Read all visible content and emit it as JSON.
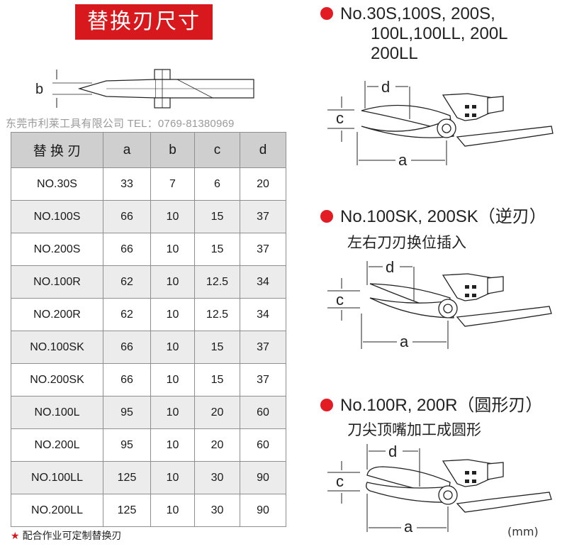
{
  "title": "替换刃尺寸",
  "watermark": "东莞市利莱工具有限公司 TEL：0769-81380969",
  "blade_label": "b",
  "table": {
    "headers": {
      "model": "替 换 刃",
      "a": "a",
      "b": "b",
      "c": "c",
      "d": "d"
    },
    "rows": [
      {
        "model": "NO.30S",
        "a": "33",
        "b": "7",
        "c": "6",
        "d": "20"
      },
      {
        "model": "NO.100S",
        "a": "66",
        "b": "10",
        "c": "15",
        "d": "37"
      },
      {
        "model": "NO.200S",
        "a": "66",
        "b": "10",
        "c": "15",
        "d": "37"
      },
      {
        "model": "NO.100R",
        "a": "62",
        "b": "10",
        "c": "12.5",
        "d": "34"
      },
      {
        "model": "NO.200R",
        "a": "62",
        "b": "10",
        "c": "12.5",
        "d": "34"
      },
      {
        "model": "NO.100SK",
        "a": "66",
        "b": "10",
        "c": "15",
        "d": "37"
      },
      {
        "model": "NO.200SK",
        "a": "66",
        "b": "10",
        "c": "15",
        "d": "37"
      },
      {
        "model": "NO.100L",
        "a": "95",
        "b": "10",
        "c": "20",
        "d": "60"
      },
      {
        "model": "NO.200L",
        "a": "95",
        "b": "10",
        "c": "20",
        "d": "60"
      },
      {
        "model": "NO.100LL",
        "a": "125",
        "b": "10",
        "c": "30",
        "d": "90"
      },
      {
        "model": "NO.200LL",
        "a": "125",
        "b": "10",
        "c": "30",
        "d": "90"
      }
    ]
  },
  "note": "配合作业可定制替换刃",
  "sections": [
    {
      "lines": [
        "No.30S,100S, 200S,",
        "100L,100LL, 200L",
        "200LL"
      ],
      "sub": ""
    },
    {
      "lines": [
        "No.100SK, 200SK（逆刃）"
      ],
      "sub": "左右刀刃换位插入"
    },
    {
      "lines": [
        "No.100R, 200R（圆形刃）"
      ],
      "sub": "刀尖顶嘴加工成圆形"
    }
  ],
  "dim_labels": {
    "a": "a",
    "c": "c",
    "d": "d"
  },
  "unit": "(mm)",
  "colors": {
    "accent": "#d7191e",
    "dot": "#e31b23",
    "header_bg": "#cfcfcf",
    "alt_row": "#ececec"
  }
}
